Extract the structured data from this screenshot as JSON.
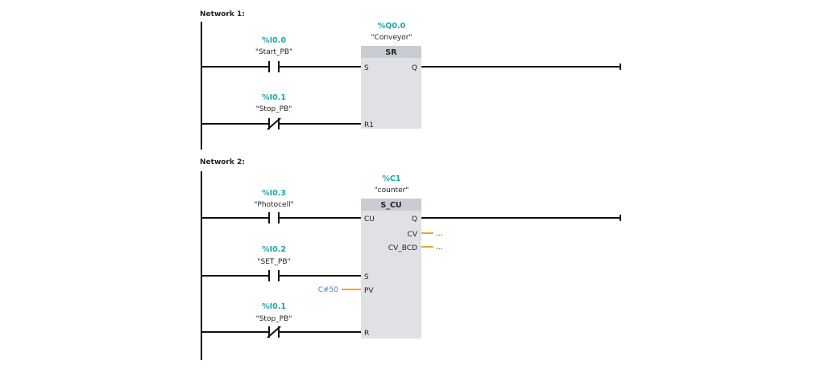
{
  "networks": [
    {
      "label": "Network 1:",
      "contacts": [
        {
          "address": "%I0.0",
          "symbol": "\"Start_PB\"",
          "type": "normally-open"
        },
        {
          "address": "%I0.1",
          "symbol": "\"Stop_PB\"",
          "type": "normally-closed"
        }
      ],
      "block": {
        "address": "%Q0.0",
        "symbol": "\"Conveyor\"",
        "type": "SR",
        "pins": {
          "s": "S",
          "r1": "R1",
          "q": "Q"
        }
      }
    },
    {
      "label": "Network 2:",
      "contacts": [
        {
          "address": "%I0.3",
          "symbol": "\"Photocell\"",
          "type": "normally-open"
        },
        {
          "address": "%I0.2",
          "symbol": "\"SET_PB\"",
          "type": "normally-open"
        },
        {
          "address": "%I0.1",
          "symbol": "\"Stop_PB\"",
          "type": "normally-closed"
        }
      ],
      "block": {
        "address": "%C1",
        "symbol": "\"counter\"",
        "type": "S_CU",
        "pins": {
          "cu": "CU",
          "s": "S",
          "pv": "PV",
          "r": "R",
          "q": "Q",
          "cv": "CV",
          "cv_bcd": "CV_BCD"
        },
        "pv_value": "C#50",
        "cv_value": "...",
        "cv_bcd_value": "..."
      }
    }
  ],
  "colors": {
    "address": "#1ea5a5",
    "constant": "#4a7fc1",
    "wire_data": "#f5a623",
    "block_fill": "#dfe1e5",
    "block_header": "#c9ccd2"
  }
}
